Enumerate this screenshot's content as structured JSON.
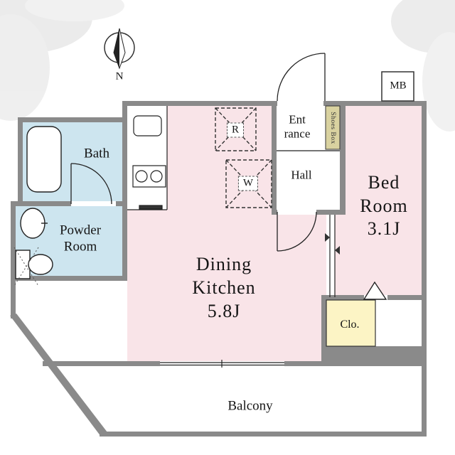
{
  "compass": {
    "label": "N"
  },
  "meter_box": {
    "label": "MB"
  },
  "rooms": {
    "bath": {
      "label": "Bath"
    },
    "powder_room": {
      "line1": "Powder",
      "line2": "Room"
    },
    "dining_kitchen": {
      "line1": "Dining",
      "line2": "Kitchen",
      "size": "5.8J"
    },
    "bedroom": {
      "line1": "Bed",
      "line2": "Room",
      "size": "3.1J"
    },
    "entrance": {
      "line1": "Ent",
      "line2": "rance"
    },
    "hall": {
      "label": "Hall"
    },
    "closet": {
      "label": "Clo."
    },
    "balcony": {
      "label": "Balcony"
    }
  },
  "fixtures": {
    "refrigerator": {
      "label": "R"
    },
    "washer": {
      "label": "W"
    },
    "shoes_box": {
      "label": "Shoes Box"
    }
  },
  "colors": {
    "wall": "#8a8a8a",
    "room_pink": "#f9e4e8",
    "room_blue": "#cde5ef",
    "closet_yellow": "#fcf4c5",
    "shoes_tan": "#d9d2a0",
    "floor_white": "#ffffff"
  }
}
